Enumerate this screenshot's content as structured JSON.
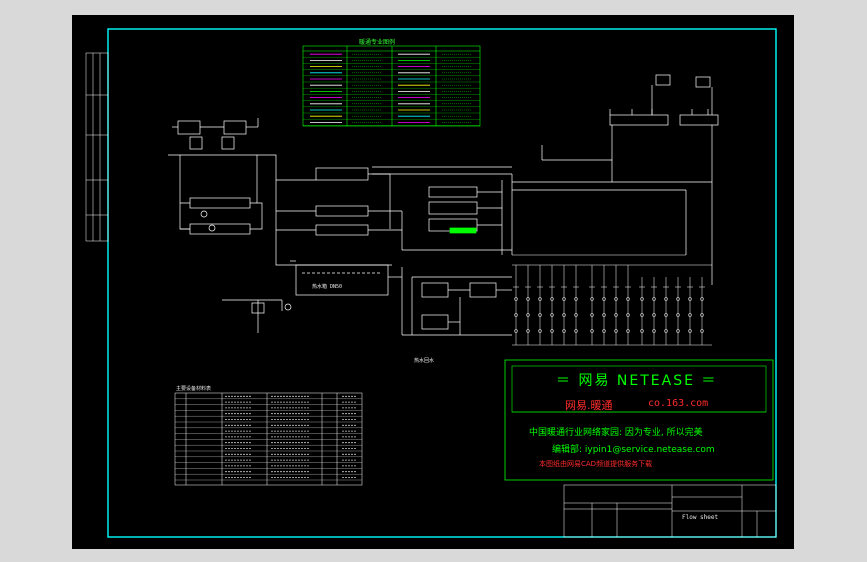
{
  "colors": {
    "background": "#d9d9d9",
    "sheet": "#000000",
    "frame": "#00ffff",
    "lines": "#ffffff",
    "legend": "#00ff00",
    "branding_green": "#00ff00",
    "branding_red": "#ff2b2b",
    "accent_magenta": "#ff00ff",
    "accent_yellow": "#ffff00"
  },
  "legend": {
    "title": "暖通专业图例"
  },
  "branding": {
    "title": "＝ 网易  NETEASE ＝",
    "brand": "网易.暖通",
    "url": "co.163.com",
    "slogan": "中国暖通行业网络家园: 因为专业, 所以完美",
    "email": "编辑部: iypin1@service.netease.com",
    "note": "本图纸由网易CAD频道提供服务下载"
  },
  "title_block": {
    "drawing_name": "Flow sheet"
  },
  "labels": {
    "hot_water_return": "热水回水",
    "equip_table_title": "主要设备材料表",
    "tank_label": "热水箱  DN50"
  }
}
